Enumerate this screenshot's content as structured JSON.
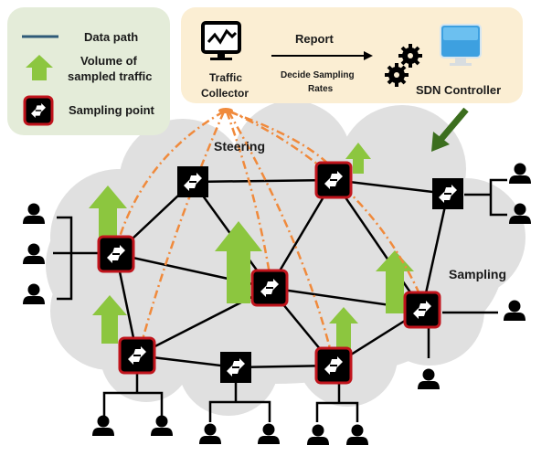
{
  "legend": {
    "items": [
      {
        "icon": "data-path-line-icon",
        "label": "Data path"
      },
      {
        "icon": "green-up-arrow-icon",
        "label_line1": "Volume of",
        "label_line2": "sampled traffic"
      },
      {
        "icon": "sampling-point-switch-icon",
        "label": "Sampling point"
      }
    ]
  },
  "control_panel": {
    "collector_label_line1": "Traffic",
    "collector_label_line2": "Collector",
    "report_label": "Report",
    "decide_label_line1": "Decide Sampling",
    "decide_label_line2": "Rates",
    "controller_label": "SDN Controller"
  },
  "network": {
    "steering_label": "Steering",
    "sampling_label": "Sampling",
    "nodes": [
      {
        "id": "n1",
        "sampling": false
      },
      {
        "id": "n2",
        "sampling": true
      },
      {
        "id": "n3",
        "sampling": false
      },
      {
        "id": "n4",
        "sampling": true
      },
      {
        "id": "n5",
        "sampling": true
      },
      {
        "id": "n6",
        "sampling": true
      },
      {
        "id": "n7",
        "sampling": true
      },
      {
        "id": "n8",
        "sampling": false
      },
      {
        "id": "n9",
        "sampling": true
      }
    ],
    "links": [
      [
        "n1",
        "n2"
      ],
      [
        "n2",
        "n3"
      ],
      [
        "n1",
        "n4"
      ],
      [
        "n1",
        "n5"
      ],
      [
        "n2",
        "n5"
      ],
      [
        "n2",
        "n6"
      ],
      [
        "n3",
        "n6"
      ],
      [
        "n4",
        "n5"
      ],
      [
        "n4",
        "n7"
      ],
      [
        "n5",
        "n7"
      ],
      [
        "n5",
        "n6"
      ],
      [
        "n5",
        "n9"
      ],
      [
        "n7",
        "n8"
      ],
      [
        "n8",
        "n9"
      ],
      [
        "n9",
        "n6"
      ]
    ],
    "colors": {
      "sampling_border": "#c0141c",
      "switch_fill": "#000000",
      "arrow_green": "#8cc63f",
      "steer_orange": "#f08a3c",
      "cloud": "#e0e0e0",
      "legend_bg": "#e4ecd9",
      "panel_bg": "#fbeed3",
      "controller_arrow": "#3c6e1e"
    }
  }
}
